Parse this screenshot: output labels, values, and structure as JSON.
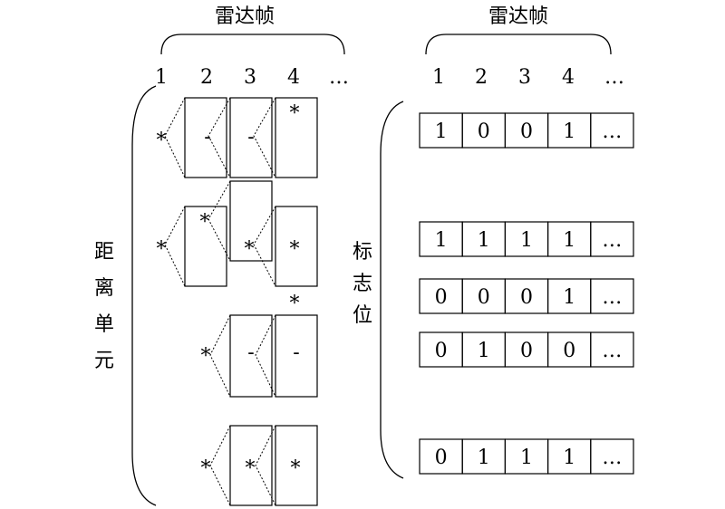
{
  "left_panel": {
    "header": "雷达帧",
    "frame_labels": [
      "1",
      "2",
      "3",
      "4",
      "…"
    ],
    "side_label": [
      "距",
      "离",
      "单",
      "元"
    ]
  },
  "right_panel": {
    "header": "雷达帧",
    "frame_labels": [
      "1",
      "2",
      "3",
      "4",
      "…"
    ],
    "side_label": [
      "标",
      "志",
      "位"
    ],
    "flag_rows": [
      [
        "1",
        "0",
        "0",
        "1",
        "…"
      ],
      [
        "1",
        "1",
        "1",
        "1",
        "…"
      ],
      [
        "0",
        "0",
        "0",
        "1",
        "…"
      ],
      [
        "0",
        "1",
        "0",
        "0",
        "…"
      ],
      [
        "0",
        "1",
        "1",
        "1",
        "…"
      ]
    ]
  },
  "symbols": {
    "detection": "*",
    "no_detection": "-"
  }
}
